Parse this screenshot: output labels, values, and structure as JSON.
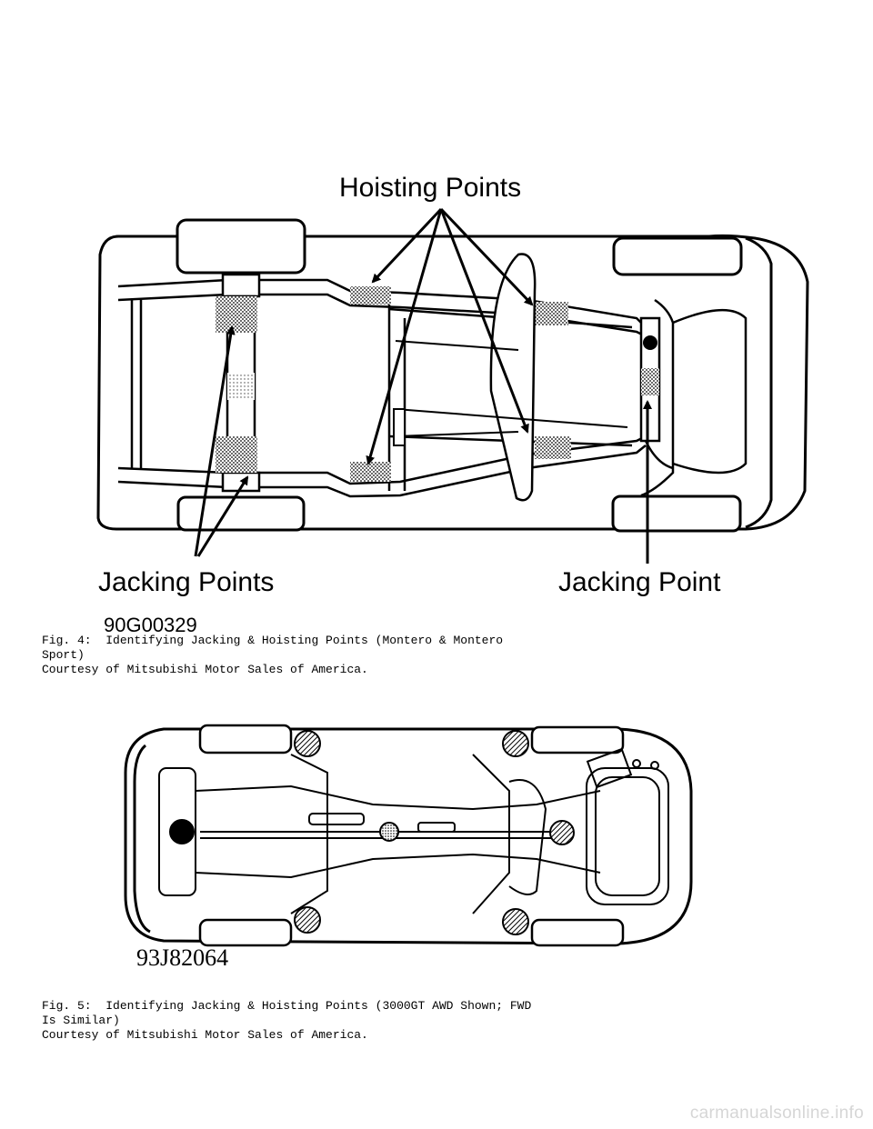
{
  "figure4": {
    "label_hoisting": "Hoisting Points",
    "label_jacking_left": "Jacking Points",
    "label_jacking_right": "Jacking Point",
    "code": "90G00329",
    "caption_line1": "Fig. 4:  Identifying Jacking & Hoisting Points (Montero & Montero",
    "caption_line2": "Sport)",
    "caption_line3": "Courtesy of Mitsubishi Motor Sales of America."
  },
  "figure5": {
    "code": "93J82064",
    "caption_line1": "Fig. 5:  Identifying Jacking & Hoisting Points (3000GT AWD Shown; FWD",
    "caption_line2": "Is Similar)",
    "caption_line3": "Courtesy of Mitsubishi Motor Sales of America."
  },
  "watermark": "carmanualsonline.info"
}
